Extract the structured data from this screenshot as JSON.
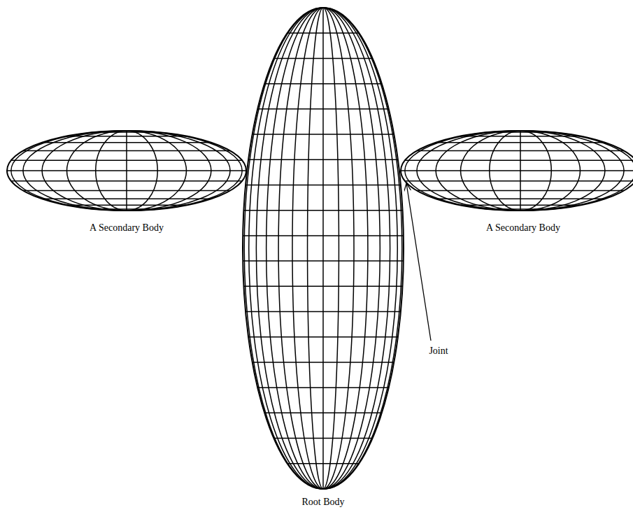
{
  "diagram": {
    "labels": [
      "A Secondary Body",
      "A Secondary Body",
      "Joint",
      "Root Body"
    ]
  }
}
